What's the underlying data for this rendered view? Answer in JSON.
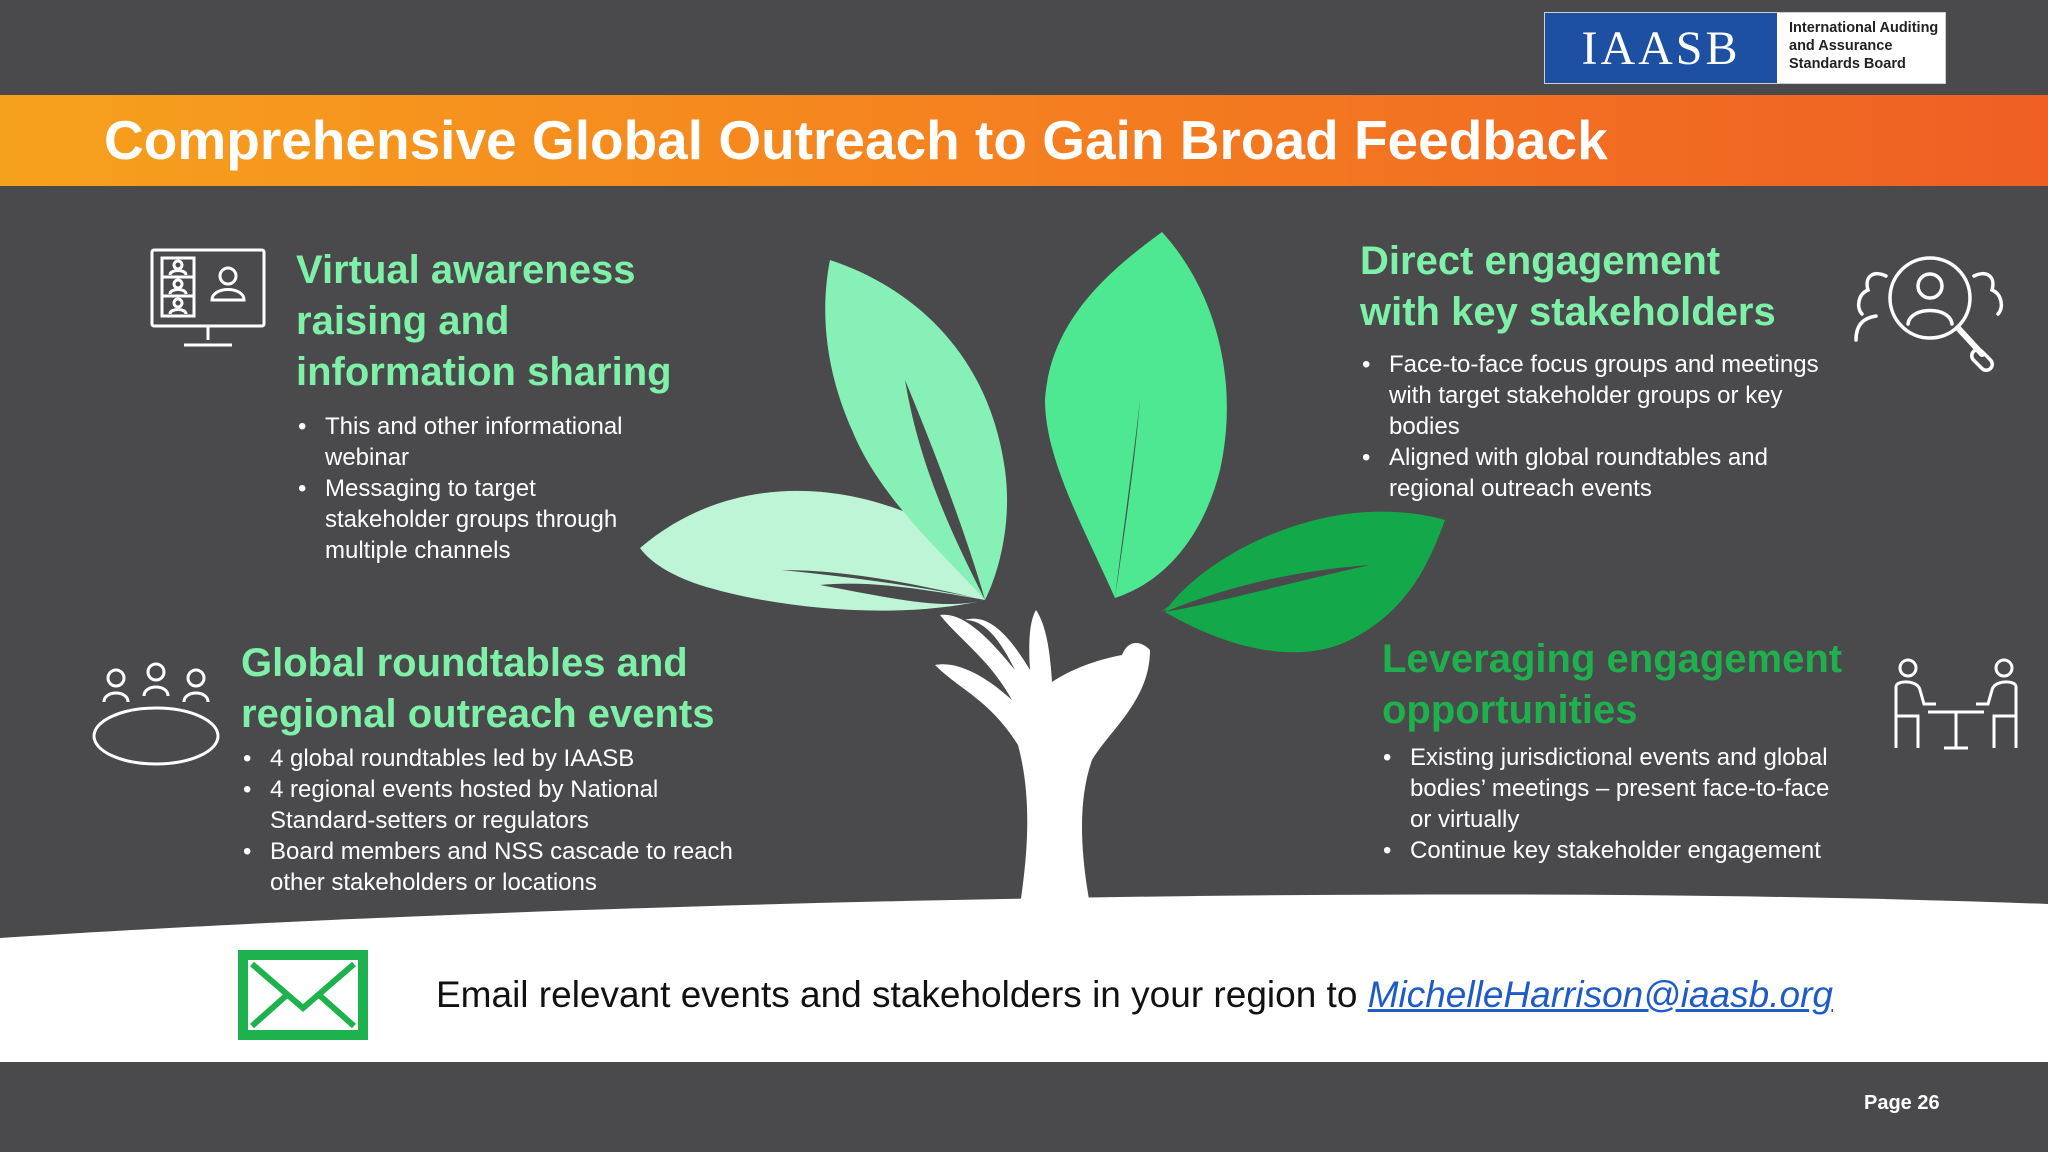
{
  "logo": {
    "mark": "IAASB",
    "line1": "International Auditing",
    "line2": "and Assurance",
    "line3": "Standards Board"
  },
  "title": "Comprehensive Global Outreach to Gain Broad Feedback",
  "sections": {
    "virtual": {
      "heading_line1": "Virtual awareness",
      "heading_line2": "raising and",
      "heading_line3": "information sharing",
      "bullet1_line1": "This and other informational",
      "bullet1_line2": "webinar",
      "bullet2_line1": "Messaging to target",
      "bullet2_line2": "stakeholder groups through",
      "bullet2_line3": "multiple channels",
      "icon": "video-conference-monitor-icon"
    },
    "direct": {
      "heading_line1": "Direct engagement",
      "heading_line2": "with key stakeholders",
      "bullet1_line1": "Face-to-face focus groups and meetings",
      "bullet1_line2": "with target stakeholder groups or key",
      "bullet1_line3": "bodies",
      "bullet2_line1": "Aligned with global roundtables and",
      "bullet2_line2": "regional outreach events",
      "icon": "stakeholder-search-icon"
    },
    "roundtables": {
      "heading_line1": "Global roundtables and",
      "heading_line2": "regional outreach events",
      "bullet1_line1": "4 global roundtables led by IAASB",
      "bullet2_line1": "4 regional events hosted by National",
      "bullet2_line2": "Standard-setters or regulators",
      "bullet3_line1": "Board members and NSS cascade to reach",
      "bullet3_line2": "other stakeholders or locations",
      "icon": "roundtable-icon"
    },
    "leveraging": {
      "heading_line1": "Leveraging engagement",
      "heading_line2": "opportunities",
      "bullet1_line1": "Existing jurisdictional events and global",
      "bullet1_line2": "bodies’ meetings – present face-to-face",
      "bullet1_line3": "or virtually",
      "bullet2_line1": "Continue key stakeholder engagement",
      "icon": "meeting-table-icon"
    }
  },
  "footer": {
    "email_text": "Email relevant events and stakeholders in your region to ",
    "email_address": "MichelleHarrison@iaasb.org",
    "icon": "envelope-icon"
  },
  "page_number": "Page 26",
  "colors": {
    "background": "#4a4a4c",
    "title_gradient_start": "#f6a11d",
    "title_gradient_end": "#ef5f24",
    "heading_green": "#7ef0a8",
    "heading_dark_green": "#1fb04e",
    "leaf_light": "#bdf5d6",
    "leaf_mid": "#86f0b6",
    "leaf_bright": "#4de891",
    "leaf_dark": "#13a84a",
    "logo_blue": "#1d4fa3",
    "link_blue": "#1e5bc6"
  }
}
